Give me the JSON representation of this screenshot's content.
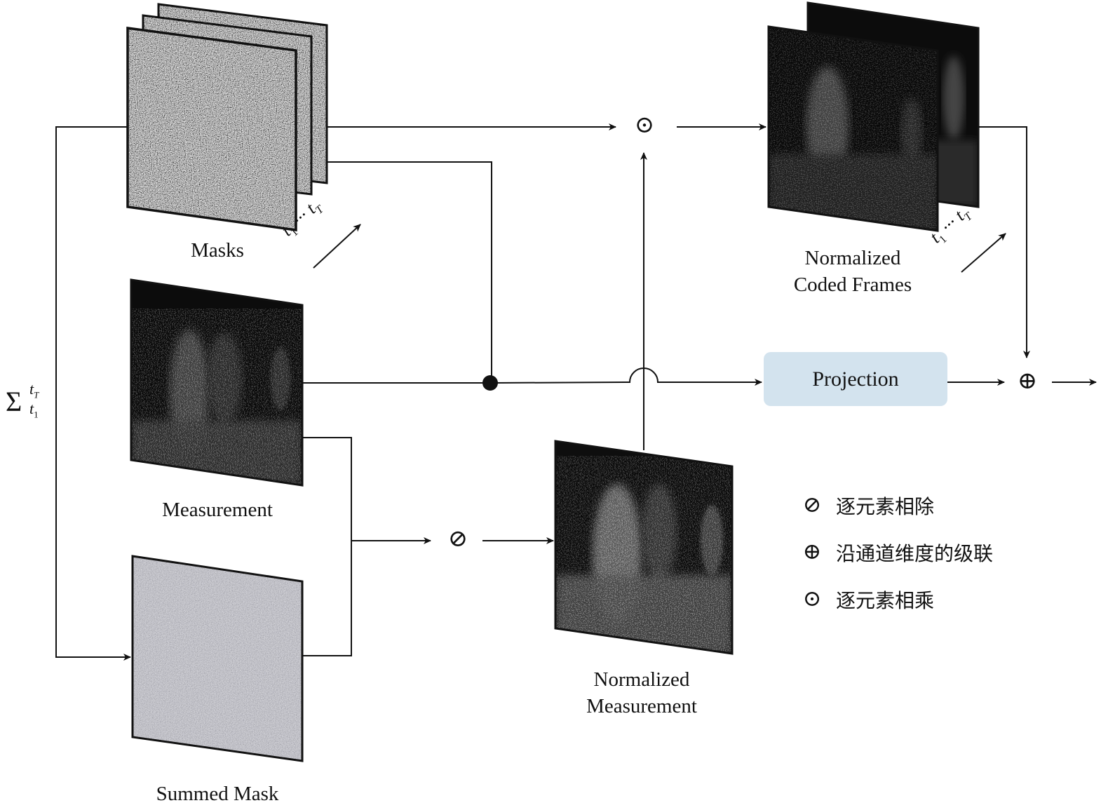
{
  "labels": {
    "masks": "Masks",
    "measurement": "Measurement",
    "summed_mask": "Summed Mask",
    "normalized_measurement": [
      "Normalized",
      "Measurement"
    ],
    "normalized_coded_frames": [
      "Normalized",
      "Coded Frames"
    ],
    "projection": "Projection"
  },
  "time_axis": {
    "start": "t",
    "start_sub": "1",
    "dots": "···",
    "end": "t",
    "end_sub": "T"
  },
  "sum_operator": {
    "symbol": "Σ",
    "lower": "t",
    "lower_sub": "1",
    "upper": "t",
    "upper_sub": "T"
  },
  "operators": {
    "multiply": "⊙",
    "divide": "⊘",
    "concat": "⊕"
  },
  "legend": [
    {
      "symbol": "⊘",
      "text": "逐元素相除"
    },
    {
      "symbol": "⊕",
      "text": "沿通道维度的级联"
    },
    {
      "symbol": "⊙",
      "text": "逐元素相乘"
    }
  ],
  "colors": {
    "projection_fill": "#d3e3ee",
    "line": "#111111"
  }
}
